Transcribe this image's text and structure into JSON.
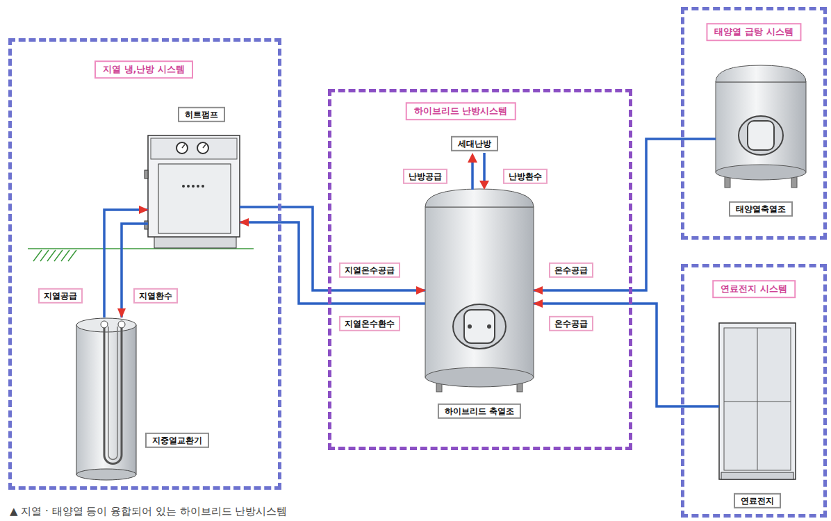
{
  "diagram": {
    "caption": "▲ 지열 · 태양열 등이 융합되어 있는 하이브리드 난방시스템",
    "nodes": [
      {
        "text": [
          "지열 냉,난방 시스템"
        ]
      },
      {
        "text": [
          "히트펌프"
        ],
        "in": 0
      },
      {
        "text": [
          "지중열교환기"
        ],
        "in": 0
      },
      {
        "text": [
          "하이브리드 난방시스템"
        ]
      },
      {
        "text": [
          "하이브리드 축열조"
        ],
        "in": 3
      },
      {
        "text": [
          "태양열 급탕 시스템"
        ]
      },
      {
        "text": [
          "태양열축열조"
        ],
        "in": 5
      },
      {
        "text": [
          "연료전지 시스템"
        ]
      },
      {
        "text": [
          "연료전지"
        ],
        "in": 7
      }
    ],
    "edges": [
      {
        "from": 2,
        "to": 1,
        "label": "지열공급",
        "arrow": "to"
      },
      {
        "from": 1,
        "to": 2,
        "label": "지열환수",
        "arrow": "to"
      },
      {
        "from": 1,
        "to": 4,
        "label": "지열온수공급",
        "arrow": "to"
      },
      {
        "from": 4,
        "to": 1,
        "label": "지열온수환수",
        "arrow": "to"
      },
      {
        "from": 6,
        "to": 4,
        "label": "온수공급",
        "arrow": "to"
      },
      {
        "from": 8,
        "to": 4,
        "label": "온수공급",
        "arrow": "to"
      }
    ],
    "labels": [
      "세대난방",
      "난방공급",
      "난방환수"
    ]
  }
}
